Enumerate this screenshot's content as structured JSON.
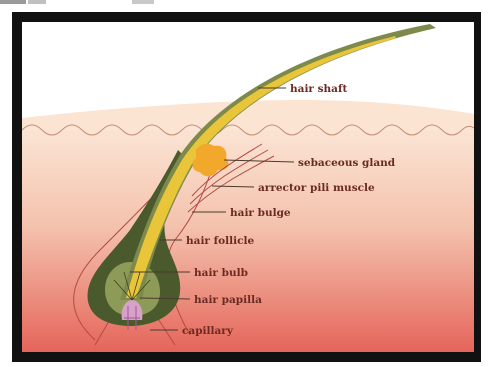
{
  "colors": {
    "frame": "#111111",
    "sky": "#ffffff",
    "epidermis": "#fbe4d2",
    "dermis_top": "#f6d2be",
    "dermis_bottom": "#e66a5e",
    "hair": "#7d8a4b",
    "hair_core": "#e9c53a",
    "follicle_sheath": "#4a5a2c",
    "gland": "#f2a82a",
    "leader_line": "#4a3a2a",
    "outline": "#b44a44",
    "label_text": "#6b2a22"
  },
  "labels": {
    "hair_shaft": "hair shaft",
    "sebaceous_gland": "sebaceous gland",
    "arrector_pili": "arrector pili muscle",
    "hair_bulge": "hair bulge",
    "hair_follicle": "hair follicle",
    "hair_bulb": "hair bulb",
    "hair_papilla": "hair papilla",
    "capillary": "capillary"
  }
}
